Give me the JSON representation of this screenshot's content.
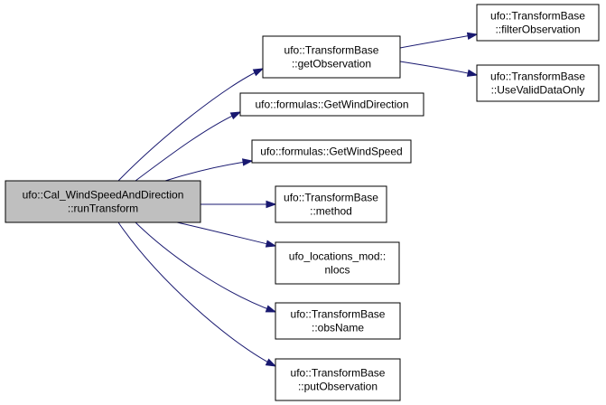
{
  "graph": {
    "nodes": [
      {
        "id": "root",
        "lines": [
          "ufo::Cal_WindSpeedAndDirection",
          "::runTransform"
        ],
        "highlighted": true
      },
      {
        "id": "getObservation",
        "lines": [
          "ufo::TransformBase",
          "::getObservation"
        ]
      },
      {
        "id": "filterObservation",
        "lines": [
          "ufo::TransformBase",
          "::filterObservation"
        ]
      },
      {
        "id": "useValidDataOnly",
        "lines": [
          "ufo::TransformBase",
          "::UseValidDataOnly"
        ]
      },
      {
        "id": "getWindDirection",
        "lines": [
          "ufo::formulas::GetWindDirection"
        ]
      },
      {
        "id": "getWindSpeed",
        "lines": [
          "ufo::formulas::GetWindSpeed"
        ]
      },
      {
        "id": "method",
        "lines": [
          "ufo::TransformBase",
          "::method"
        ]
      },
      {
        "id": "nlocs",
        "lines": [
          "ufo_locations_mod::",
          "nlocs"
        ]
      },
      {
        "id": "obsName",
        "lines": [
          "ufo::TransformBase",
          "::obsName"
        ]
      },
      {
        "id": "putObservation",
        "lines": [
          "ufo::TransformBase",
          "::putObservation"
        ]
      }
    ],
    "edges": [
      {
        "from": "root",
        "to": "getObservation"
      },
      {
        "from": "root",
        "to": "getWindDirection"
      },
      {
        "from": "root",
        "to": "getWindSpeed"
      },
      {
        "from": "root",
        "to": "method"
      },
      {
        "from": "root",
        "to": "nlocs"
      },
      {
        "from": "root",
        "to": "obsName"
      },
      {
        "from": "root",
        "to": "putObservation"
      },
      {
        "from": "getObservation",
        "to": "filterObservation"
      },
      {
        "from": "getObservation",
        "to": "useValidDataOnly"
      }
    ],
    "colors": {
      "edge": "#191970",
      "node_border": "#000000",
      "node_fill": "#ffffff",
      "highlight_fill": "#bfbfbf"
    }
  }
}
